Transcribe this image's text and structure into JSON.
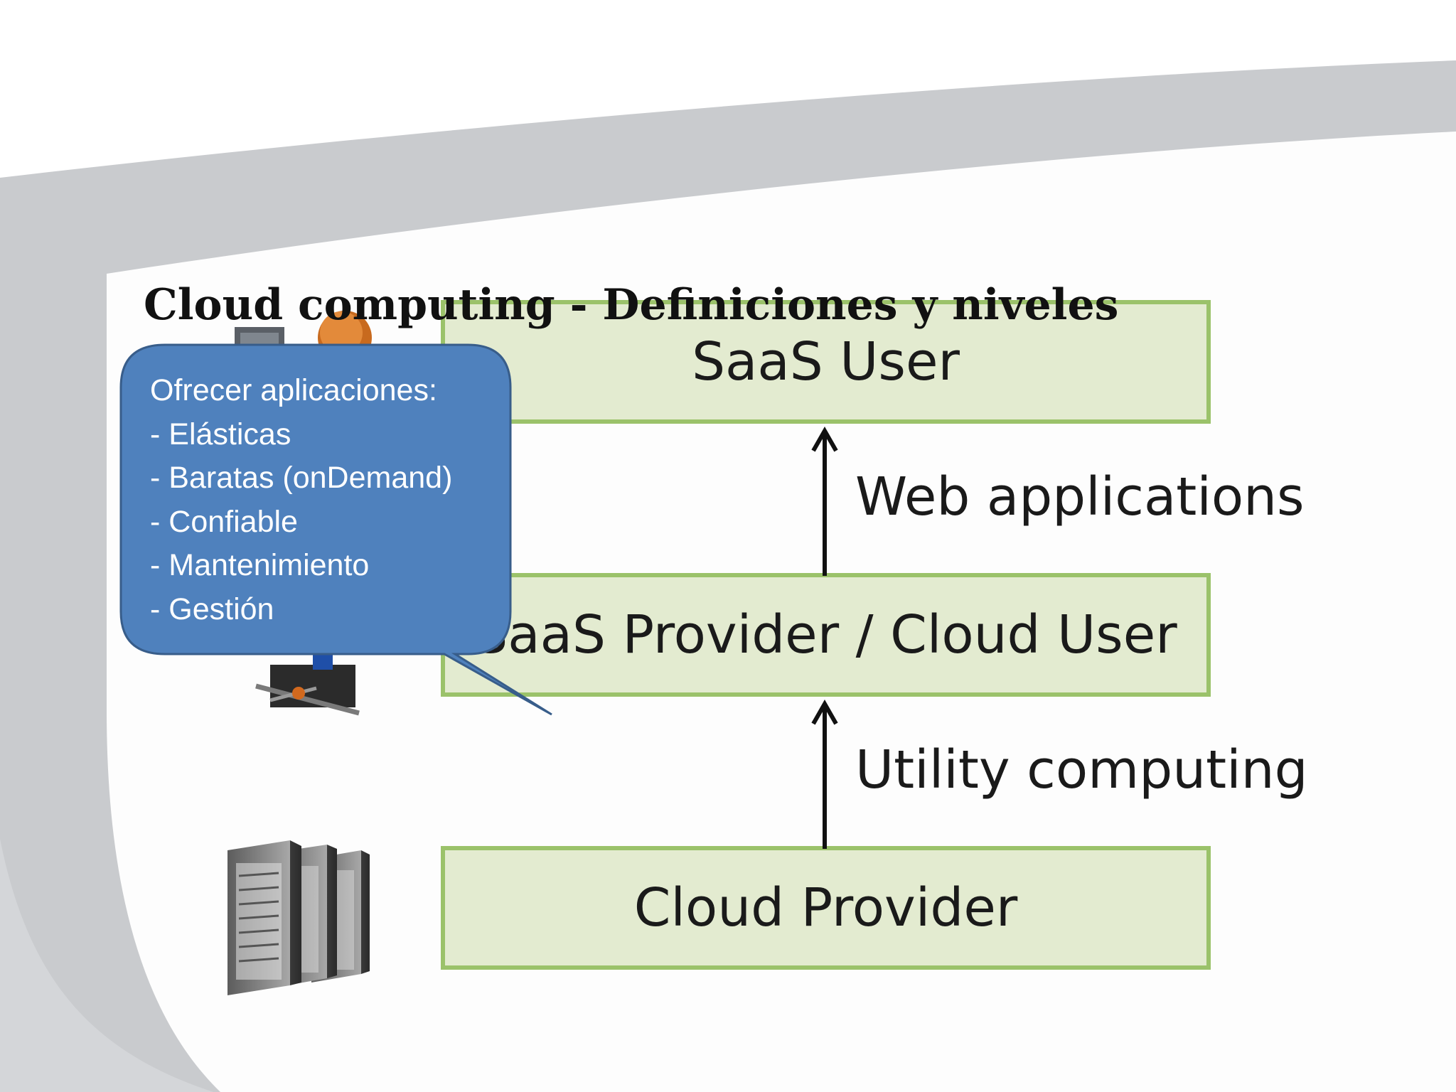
{
  "slide": {
    "title": "Cloud computing - Definiciones y niveles"
  },
  "diagram": {
    "layers": [
      {
        "label": "SaaS User"
      },
      {
        "label": "SaaS Provider / Cloud User"
      },
      {
        "label": "Cloud Provider"
      }
    ],
    "arrows": [
      {
        "label": "Web applications"
      },
      {
        "label": "Utility computing"
      }
    ]
  },
  "callout": {
    "heading": "Ofrecer aplicaciones:",
    "items": [
      "- Elásticas",
      "- Baratas (onDemand)",
      "- Confiable",
      "- Mantenimiento",
      "- Gestión"
    ]
  },
  "icons": {
    "person": "person-at-computer-icon",
    "servers": "server-rack-icon"
  },
  "colors": {
    "box_fill": "#e3ebd0",
    "box_border": "#9bc26a",
    "callout_fill": "#4f81bd",
    "callout_border": "#385d8a",
    "swoosh": "#c8cacd"
  }
}
